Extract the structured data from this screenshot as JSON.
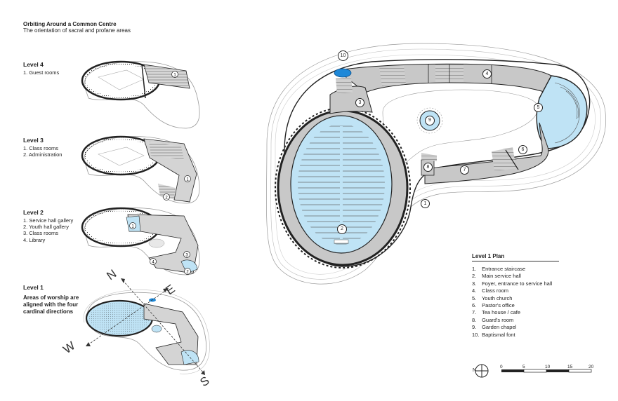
{
  "header": {
    "title": "Orbiting Around a Common Centre",
    "subtitle": "The orientation of sacral and profane areas"
  },
  "levels": [
    {
      "heading": "Level 4",
      "items": [
        "1. Guest rooms"
      ]
    },
    {
      "heading": "Level 3",
      "items": [
        "1. Class rooms",
        "2. Administration"
      ]
    },
    {
      "heading": "Level 2",
      "items": [
        "1. Service hall gallery",
        "2. Youth hall gallery",
        "3. Class rooms",
        "4. Library"
      ]
    },
    {
      "heading": "Level 1",
      "note": "Areas of worship are aligned with the four cardinal directions"
    }
  ],
  "level_markers": {
    "l4": [
      "1"
    ],
    "l3": [
      "1",
      "2"
    ],
    "l2": [
      "1",
      "2",
      "3",
      "4"
    ]
  },
  "compass": {
    "n": "N",
    "e": "E",
    "s": "S",
    "w": "W"
  },
  "plan_markers": [
    "1",
    "2",
    "3",
    "4",
    "5",
    "6",
    "7",
    "8",
    "9",
    "10"
  ],
  "legend": {
    "title": "Level 1 Plan",
    "items": [
      {
        "num": "1.",
        "label": "Entrance staircase"
      },
      {
        "num": "2.",
        "label": "Main service hall"
      },
      {
        "num": "3.",
        "label": "Foyer, entrance to service hall"
      },
      {
        "num": "4.",
        "label": "Class room"
      },
      {
        "num": "5.",
        "label": "Youth church"
      },
      {
        "num": "6.",
        "label": "Pastor's office"
      },
      {
        "num": "7.",
        "label": "Tea house / cafe"
      },
      {
        "num": "8.",
        "label": "Guard's room"
      },
      {
        "num": "9.",
        "label": "Garden chapel"
      },
      {
        "num": "10.",
        "label": "Baptismal font"
      }
    ]
  },
  "north_arrow": {
    "label": "N"
  },
  "scale_bar": {
    "ticks": [
      "0",
      "5",
      "10",
      "15",
      "20"
    ]
  },
  "colors": {
    "water_blue": "#bfe3f5",
    "accent_blue": "#1e88d8",
    "grey_fill": "#c8c8c8",
    "line": "#222222"
  }
}
